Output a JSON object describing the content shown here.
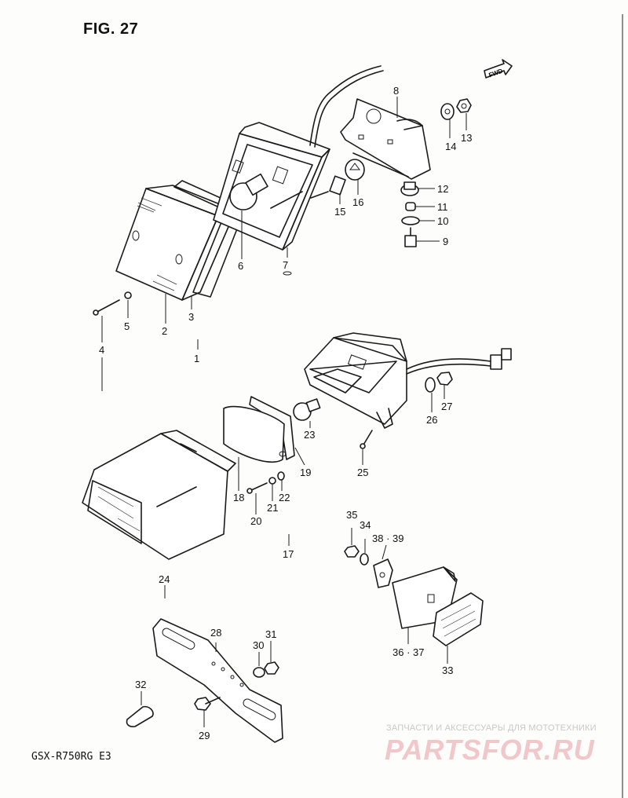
{
  "figure": {
    "title": "FIG. 27",
    "model_code": "GSX-R750RG  E3",
    "fwd_label": "FWD"
  },
  "watermark": {
    "text": "ЗАПЧАСТИ И АКСЕССУАРЫ ДЛЯ МОТОТЕХНИКИ",
    "logo": "PARTSFOR.RU",
    "color": "#e8a0a6"
  },
  "callouts": [
    "1",
    "2",
    "3",
    "4",
    "5",
    "6",
    "7",
    "8",
    "9",
    "10",
    "11",
    "12",
    "13",
    "14",
    "15",
    "16",
    "17",
    "18",
    "19",
    "20",
    "21",
    "22",
    "23",
    "24",
    "25",
    "26",
    "27",
    "28",
    "29",
    "30",
    "31",
    "32",
    "33",
    "34",
    "35",
    "36 · 37",
    "38 · 39"
  ]
}
